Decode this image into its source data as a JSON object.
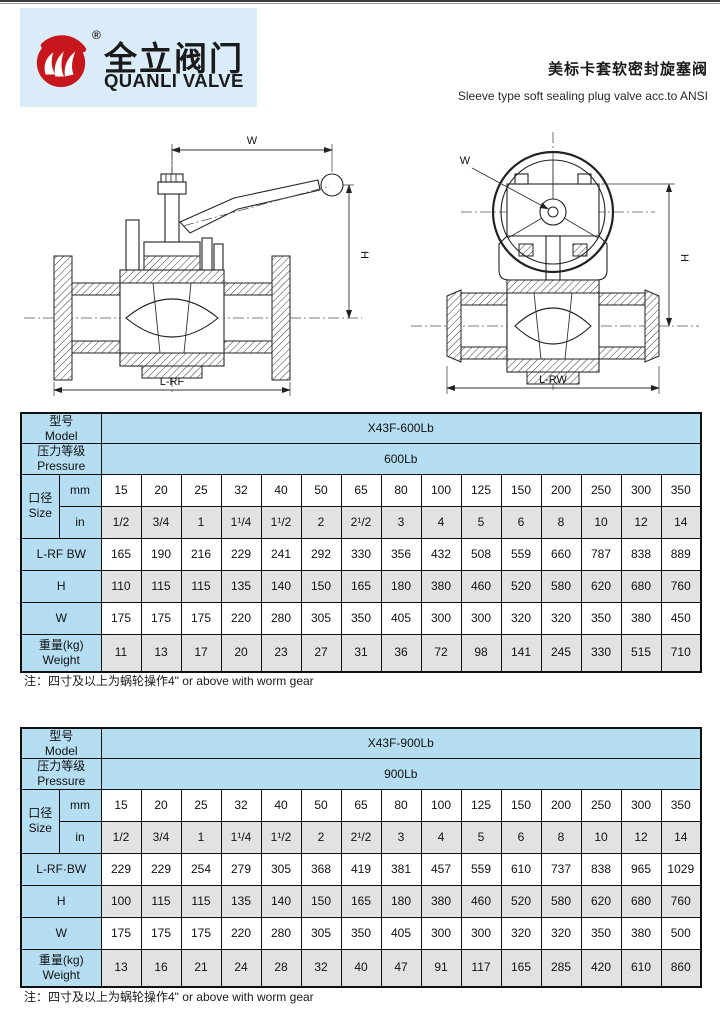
{
  "header": {
    "logo": {
      "brand_cn": "全立阀门",
      "brand_en": "QUANLI VALVE",
      "registered_mark": "®"
    },
    "title_cn": "美标卡套软密封旋塞阀",
    "title_en": "Sleeve type soft sealing plug valve acc.to ANSI"
  },
  "drawings": {
    "left": {
      "dim_top": "W",
      "dim_right": "H",
      "dim_bottom": "L-RF"
    },
    "right": {
      "dim_top": "W",
      "dim_right": "H",
      "dim_bottom": "L-RW"
    }
  },
  "tables": [
    {
      "header_rows": [
        {
          "label_lines": [
            "型号",
            "Model"
          ],
          "value": "X43F-600Lb"
        },
        {
          "label_lines": [
            "压力等级",
            "Pressure"
          ],
          "value": "600Lb"
        }
      ],
      "size": {
        "label_lines": [
          "口径",
          "Size"
        ],
        "sub_rows": [
          {
            "unit": "mm",
            "shaded": false,
            "values": [
              "15",
              "20",
              "25",
              "32",
              "40",
              "50",
              "65",
              "80",
              "100",
              "125",
              "150",
              "200",
              "250",
              "300",
              "350"
            ]
          },
          {
            "unit": "in",
            "shaded": true,
            "values": [
              "1/2",
              "3/4",
              "1",
              "1¹/4",
              "1¹/2",
              "2",
              "2¹/2",
              "3",
              "4",
              "5",
              "6",
              "8",
              "10",
              "12",
              "14"
            ]
          }
        ]
      },
      "data_rows": [
        {
          "label_lines": [
            "L-RF BW"
          ],
          "shaded": false,
          "values": [
            "165",
            "190",
            "216",
            "229",
            "241",
            "292",
            "330",
            "356",
            "432",
            "508",
            "559",
            "660",
            "787",
            "838",
            "889"
          ]
        },
        {
          "label_lines": [
            "H"
          ],
          "shaded": true,
          "values": [
            "110",
            "115",
            "115",
            "135",
            "140",
            "150",
            "165",
            "180",
            "380",
            "460",
            "520",
            "580",
            "620",
            "680",
            "760"
          ]
        },
        {
          "label_lines": [
            "W"
          ],
          "shaded": false,
          "values": [
            "175",
            "175",
            "175",
            "220",
            "280",
            "305",
            "350",
            "405",
            "300",
            "300",
            "320",
            "320",
            "350",
            "380",
            "450"
          ]
        },
        {
          "label_lines": [
            "重量(kg)",
            "Weight"
          ],
          "shaded": true,
          "values": [
            "11",
            "13",
            "17",
            "20",
            "23",
            "27",
            "31",
            "36",
            "72",
            "98",
            "141",
            "245",
            "330",
            "515",
            "710"
          ]
        }
      ],
      "note": "注：四寸及以上为蜗轮操作4\"  or above with worm gear"
    },
    {
      "header_rows": [
        {
          "label_lines": [
            "型号",
            "Model"
          ],
          "value": "X43F-900Lb"
        },
        {
          "label_lines": [
            "压力等级",
            "Pressure"
          ],
          "value": "900Lb"
        }
      ],
      "size": {
        "label_lines": [
          "口径",
          "Size"
        ],
        "sub_rows": [
          {
            "unit": "mm",
            "shaded": false,
            "values": [
              "15",
              "20",
              "25",
              "32",
              "40",
              "50",
              "65",
              "80",
              "100",
              "125",
              "150",
              "200",
              "250",
              "300",
              "350"
            ]
          },
          {
            "unit": "in",
            "shaded": true,
            "values": [
              "1/2",
              "3/4",
              "1",
              "1¹/4",
              "1¹/2",
              "2",
              "2¹/2",
              "3",
              "4",
              "5",
              "6",
              "8",
              "10",
              "12",
              "14"
            ]
          }
        ]
      },
      "data_rows": [
        {
          "label_lines": [
            "L-RF·BW"
          ],
          "shaded": false,
          "values": [
            "229",
            "229",
            "254",
            "279",
            "305",
            "368",
            "419",
            "381",
            "457",
            "559",
            "610",
            "737",
            "838",
            "965",
            "1029"
          ]
        },
        {
          "label_lines": [
            "H"
          ],
          "shaded": true,
          "values": [
            "100",
            "115",
            "115",
            "135",
            "140",
            "150",
            "165",
            "180",
            "380",
            "460",
            "520",
            "580",
            "620",
            "680",
            "760"
          ]
        },
        {
          "label_lines": [
            "W"
          ],
          "shaded": false,
          "values": [
            "175",
            "175",
            "175",
            "220",
            "280",
            "305",
            "350",
            "405",
            "300",
            "300",
            "320",
            "320",
            "350",
            "380",
            "500"
          ]
        },
        {
          "label_lines": [
            "重量(kg)",
            "Weight"
          ],
          "shaded": true,
          "values": [
            "13",
            "16",
            "21",
            "24",
            "28",
            "32",
            "40",
            "47",
            "91",
            "117",
            "165",
            "285",
            "420",
            "610",
            "860"
          ]
        }
      ],
      "note": "注：四寸及以上为蜗轮操作4\"  or above with worm gear"
    }
  ],
  "colors": {
    "table_header_blue": "#b5def2",
    "logo_background_blue": "#d9ecf8",
    "shaded_row_gray": "#e2e2e2",
    "brand_red": "#c8161d",
    "line_black": "#111111"
  }
}
